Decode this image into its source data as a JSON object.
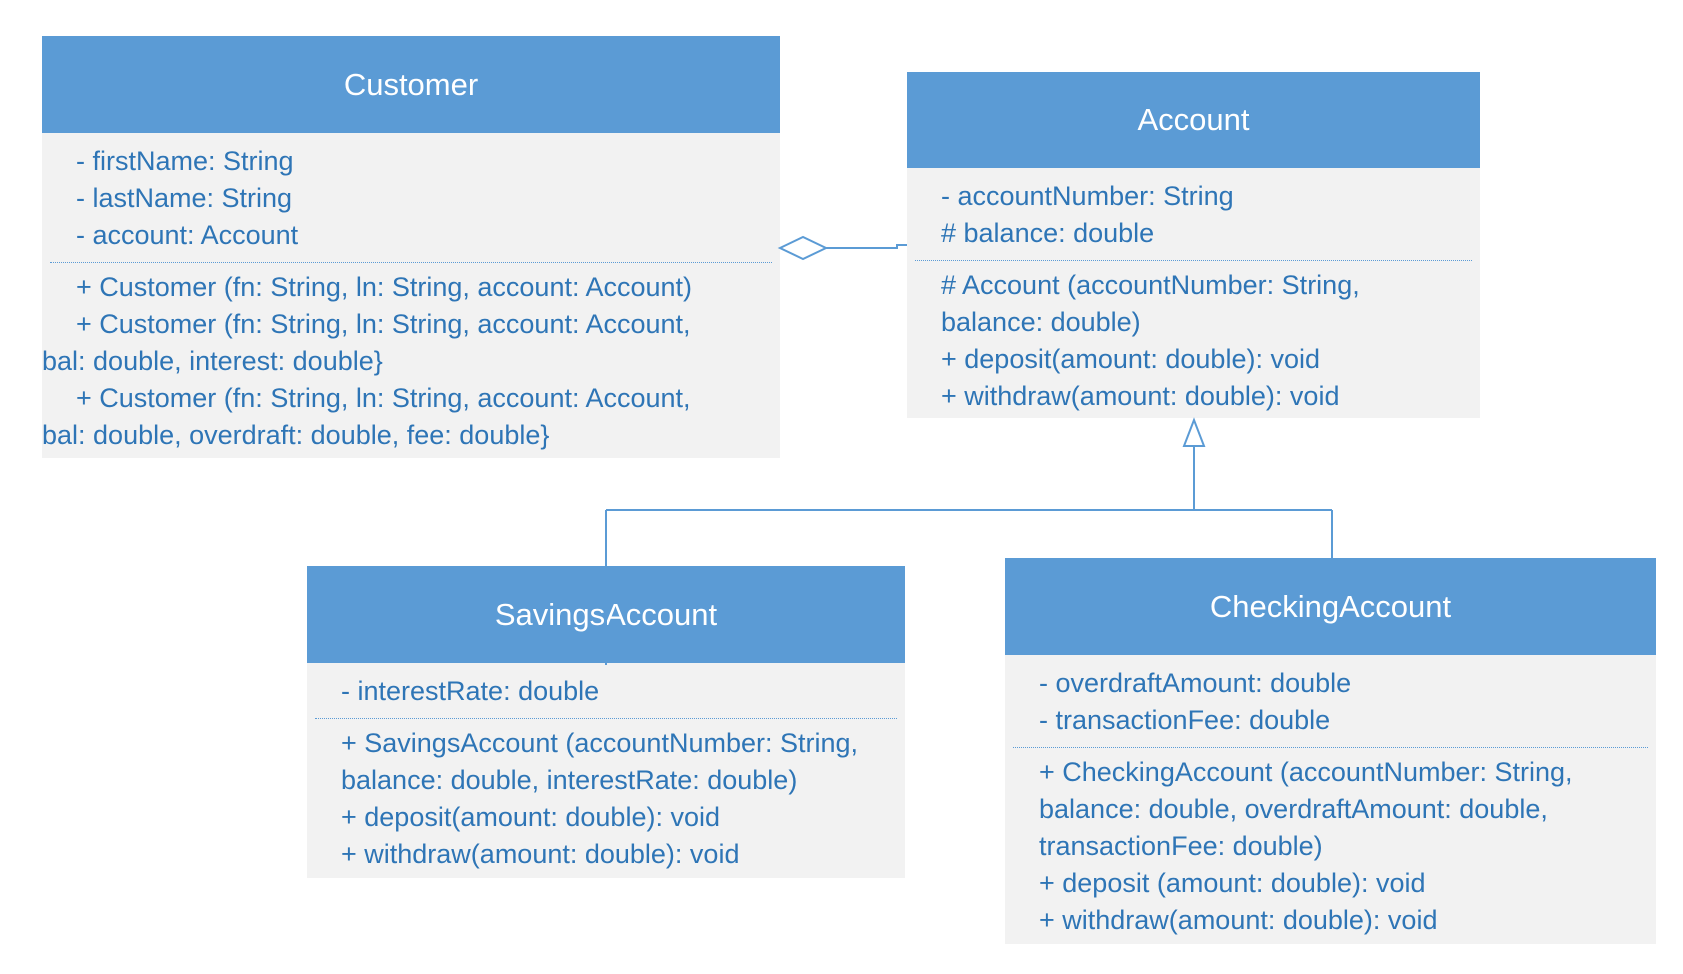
{
  "colors": {
    "header": "#5b9bd5",
    "body": "#f2f2f2",
    "text": "#2e75b6",
    "line": "#5b9bd5"
  },
  "customer": {
    "name": "Customer",
    "attributes": [
      "- firstName: String",
      "- lastName: String",
      "- account: Account"
    ],
    "methods": [
      "+ Customer (fn: String, ln: String, account: Account)",
      "+ Customer (fn: String, ln: String, account: Account,",
      "bal: double, interest: double}",
      "+ Customer (fn: String, ln: String, account: Account,",
      "bal: double, overdraft: double, fee: double}"
    ]
  },
  "account": {
    "name": "Account",
    "attributes": [
      "- accountNumber: String",
      "# balance: double"
    ],
    "methods": [
      "# Account (accountNumber: String,",
      "balance: double)",
      "+ deposit(amount: double): void",
      "+ withdraw(amount: double): void"
    ]
  },
  "savings_account": {
    "name": "SavingsAccount",
    "attributes": [
      "- interestRate: double"
    ],
    "methods": [
      "+ SavingsAccount (accountNumber: String,",
      "balance: double, interestRate: double)",
      "+ deposit(amount: double): void",
      "+ withdraw(amount: double): void"
    ]
  },
  "checking_account": {
    "name": "CheckingAccount",
    "attributes": [
      "- overdraftAmount: double",
      "- transactionFee: double"
    ],
    "methods": [
      "+ CheckingAccount (accountNumber: String,",
      "balance: double, overdraftAmount: double,",
      "transactionFee: double)",
      "+ deposit (amount: double): void",
      "+ withdraw(amount: double): void"
    ]
  }
}
